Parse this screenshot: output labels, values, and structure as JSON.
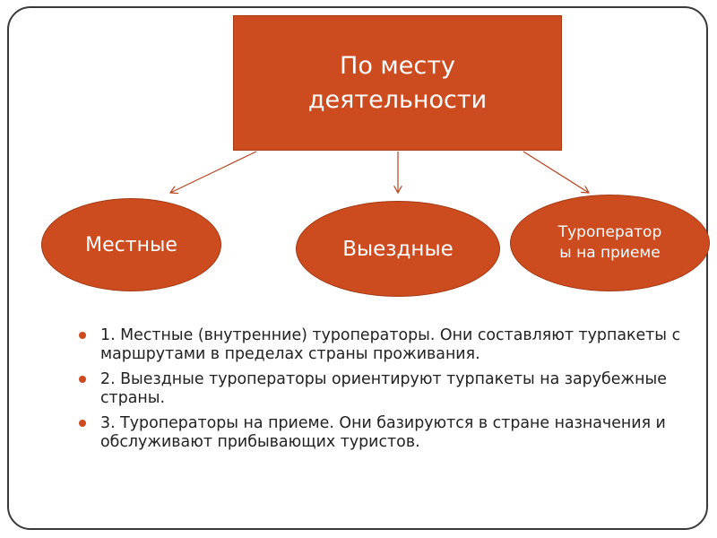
{
  "diagram": {
    "top_box": {
      "label": "По месту\nдеятельности"
    },
    "categories": [
      {
        "label": "Местные"
      },
      {
        "label": "Выездные"
      },
      {
        "label": "Туроператор\nы на приеме"
      }
    ]
  },
  "bullets": [
    "1. Местные (внутренние) туроператоры. Они составляют турпакеты с маршрутами в пределах страны проживания.",
    "2. Выездные туроператоры ориентируют турпакеты на зарубежные страны.",
    "3. Туроператоры на приеме. Они базируются в стране назначения и обслуживают прибывающих туристов."
  ],
  "colors": {
    "accent": "#cc4b1f",
    "arrow": "#b8441c",
    "frame": "#3a3a3a",
    "text": "#222222"
  }
}
